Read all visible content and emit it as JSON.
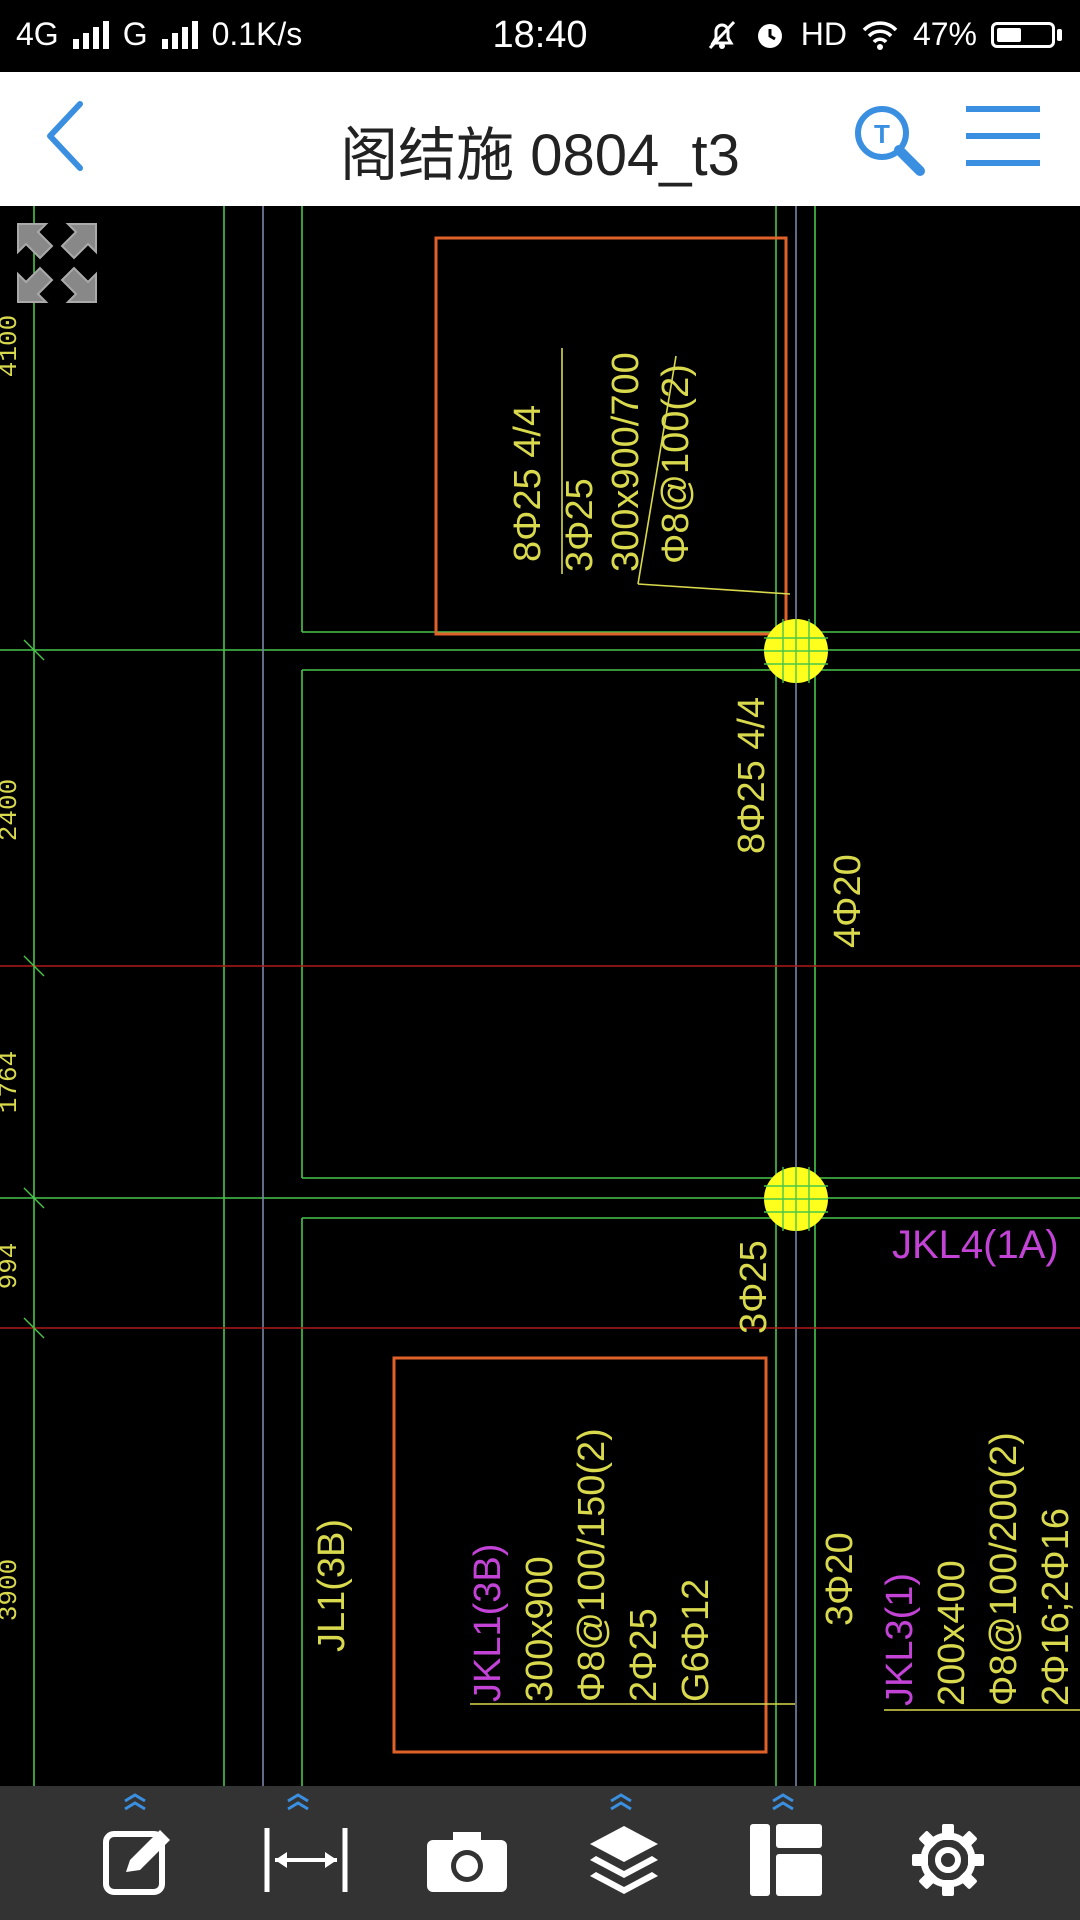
{
  "status_bar": {
    "network_1": "4G",
    "network_2": "G",
    "speed": "0.1K/s",
    "time": "18:40",
    "hd": "HD",
    "battery": "47%",
    "battery_level": 0.47
  },
  "app_bar": {
    "title": "阁结施 0804_t3",
    "back_icon": "chevron-left-icon",
    "search_icon": "text-search-icon",
    "menu_icon": "hamburger-menu-icon"
  },
  "drawing": {
    "dimensions": [
      "4100",
      "2400",
      "1764",
      "994",
      "3900"
    ],
    "top_section": {
      "rebar_top": "8Φ25 4/4",
      "rebar_bottom": "3Φ25",
      "size": "300x900/700",
      "stirrup": "Φ8@100(2)"
    },
    "mid_labels": [
      "8Φ25 4/4",
      "4Φ20",
      "3Φ25",
      "3Φ20"
    ],
    "jkl4_label": "JKL4(1A)",
    "jl1_label": "JL1(3B)",
    "jkl1": {
      "name": "JKL1(3B)",
      "size": "300x900",
      "stirrup": "Φ8@100/150(2)",
      "rebar": "2Φ25",
      "side": "G6Φ12"
    },
    "jkl3": {
      "name": "JKL3(1)",
      "size": "200x400",
      "stirrup": "Φ8@100/200(2)",
      "rebar": "2Φ16;2Φ16"
    },
    "colors": {
      "green_line": "#49c54a",
      "red_line": "#b01b1b",
      "yellow_text": "#d9d94e",
      "magenta_text": "#c243d6",
      "orange_box": "#e0622a",
      "node": "#ffff1e"
    }
  },
  "toolbar": {
    "tools": [
      "edit-icon",
      "measure-icon",
      "camera-icon",
      "layers-icon",
      "layout-icon",
      "settings-icon"
    ]
  }
}
